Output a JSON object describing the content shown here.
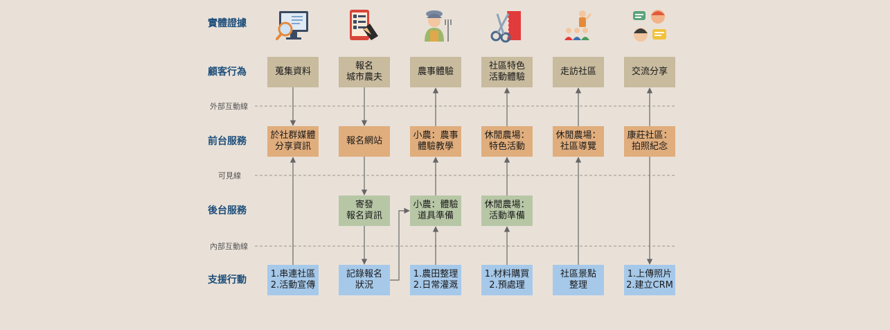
{
  "row_labels": {
    "evidence": "實體證據",
    "customer": "顧客行為",
    "front": "前台服務",
    "back": "後台服務",
    "support": "支援行動"
  },
  "line_labels": {
    "external": "外部互動線",
    "visible": "可見線",
    "internal": "內部互動線"
  },
  "evidence_icons": [
    "monitor-magnifier-icon",
    "phone-checklist-icon",
    "farmer-icon",
    "scissors-fabric-icon",
    "community-guide-icon",
    "chat-people-icon"
  ],
  "columns": [
    {
      "customer": "蒐集資料",
      "front": "於社群媒體\n分享資訊",
      "back": null,
      "support": "1.串連社區\n2.活動宣傳"
    },
    {
      "customer": "報名\n城市農夫",
      "front": "報名網站",
      "back": "寄發\n報名資訊",
      "support": "記錄報名\n狀況"
    },
    {
      "customer": "農事體驗",
      "front": "小農：農事\n體驗教學",
      "back": "小農：體驗\n道具準備",
      "support": "1.農田整理\n2.日常灌溉"
    },
    {
      "customer": "社區特色\n活動體驗",
      "front": "休閒農場：\n特色活動",
      "back": "休閒農場：\n活動準備",
      "support": "1.材料購買\n2.預處理"
    },
    {
      "customer": "走訪社區",
      "front": "休閒農場：\n社區導覽",
      "back": null,
      "support": "社區景點\n整理"
    },
    {
      "customer": "交流分享",
      "front": "康莊社區：\n拍照紀念",
      "back": null,
      "support": "1.上傳照片\n2.建立CRM"
    }
  ],
  "colors": {
    "background": "#e9e1d8",
    "customer": "#c8bb9e",
    "front": "#e0ad7c",
    "back": "#b7c7a6",
    "support": "#a6c9ea",
    "label": "#1d4e7a",
    "arrow": "#666666"
  }
}
